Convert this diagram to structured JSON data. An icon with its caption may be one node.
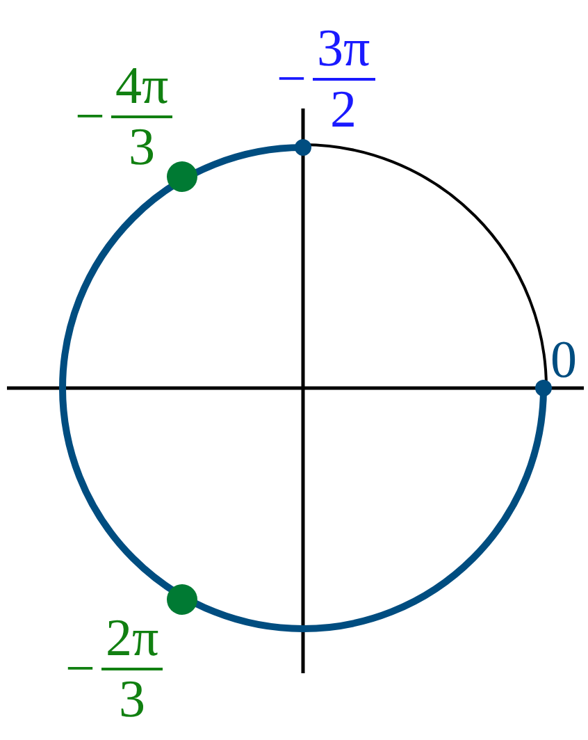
{
  "diagram": {
    "labels": [
      "−",
      "4π",
      "3",
      "−",
      "3π",
      "2",
      "0",
      "−",
      "2π",
      "3"
    ]
  }
}
